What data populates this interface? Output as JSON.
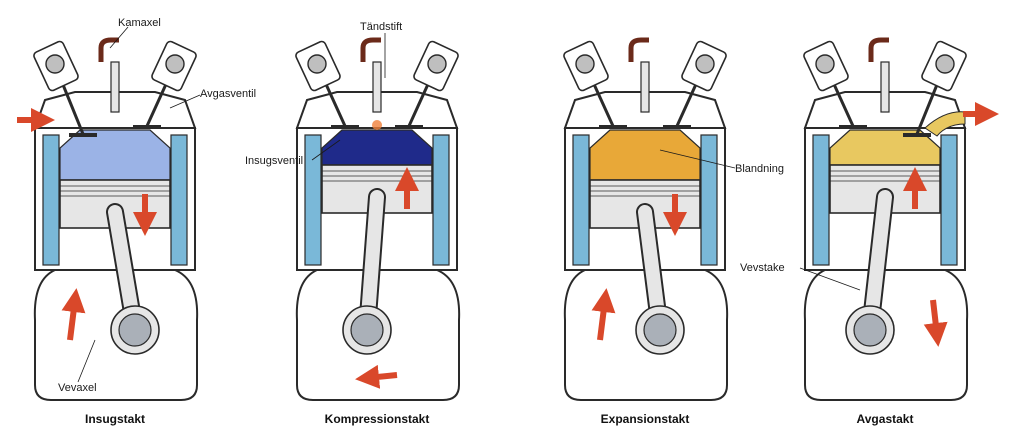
{
  "labels": {
    "kamaxel": "Kamaxel",
    "avgasventil": "Avgasventil",
    "tandstift": "Tändstift",
    "insugsventil": "Insugsventil",
    "blandning": "Blandning",
    "vevstake": "Vevstake",
    "vevaxel": "Vevaxel"
  },
  "strokes": [
    {
      "name": "Insugstakt",
      "piston": "down",
      "crank_arrow": "up",
      "chamber_color": "#9bb3e6",
      "intake_open": true,
      "exhaust_open": false
    },
    {
      "name": "Kompressionstakt",
      "piston": "up",
      "crank_arrow": "left",
      "chamber_color": "#1f2a8a",
      "intake_open": false,
      "exhaust_open": false
    },
    {
      "name": "Expansionstakt",
      "piston": "down",
      "crank_arrow": "up",
      "chamber_color": "#e8a838",
      "intake_open": false,
      "exhaust_open": false
    },
    {
      "name": "Avgastakt",
      "piston": "up",
      "crank_arrow": "down",
      "chamber_color": "#e8c860",
      "intake_open": false,
      "exhaust_open": true
    }
  ],
  "colors": {
    "coolant": "#7ab8d8",
    "arrow": "#d9482a",
    "outline": "#2a2a2a",
    "metal": "#e6e6e6",
    "steel": "#bfbfbf"
  }
}
